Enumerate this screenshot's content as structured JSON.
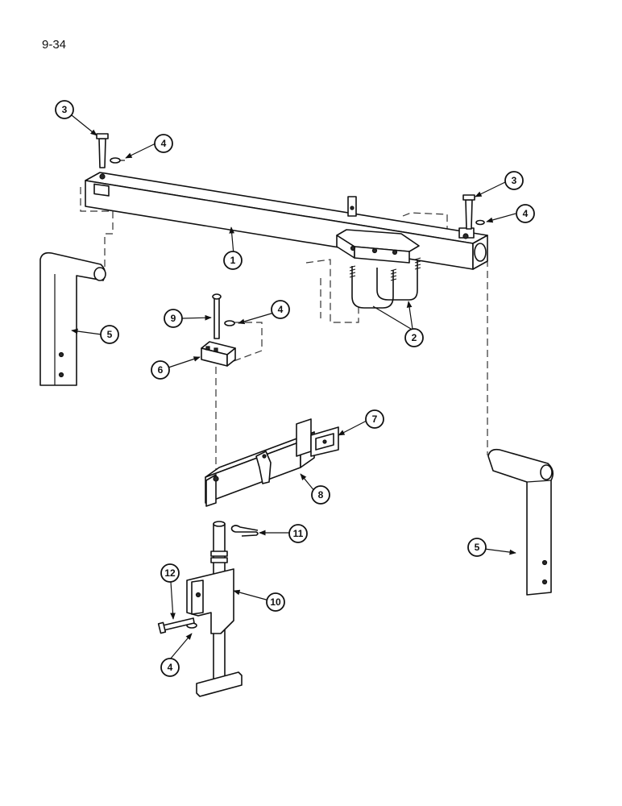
{
  "page_number": "9-34",
  "callouts": {
    "c1": "1",
    "c2": "2",
    "c3a": "3",
    "c3b": "3",
    "c4a": "4",
    "c4b": "4",
    "c4c": "4",
    "c4d": "4",
    "c5a": "5",
    "c5b": "5",
    "c6": "6",
    "c7": "7",
    "c8": "8",
    "c9": "9",
    "c10": "10",
    "c11": "11",
    "c12": "12"
  },
  "colors": {
    "line": "#111111",
    "background": "#ffffff"
  }
}
